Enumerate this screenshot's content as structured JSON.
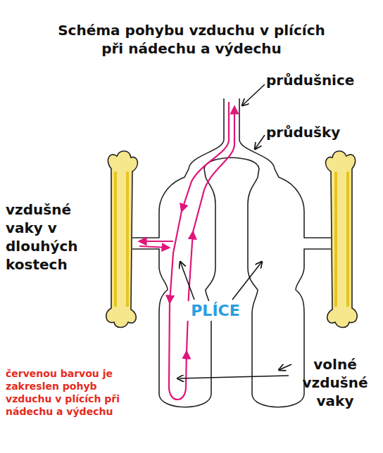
{
  "diagram": {
    "title": "Schéma pohybu vzduchu v plících při nádechu a výdechu",
    "labels": [
      "průdušnice",
      "průdušky",
      "vzdušné vaky v dlouhých kostech",
      "PLÍCE",
      "volné vzdušné vaky",
      "červenou barvou je zakreslen pohyb vzduchu v plících při nádechu a výdechu"
    ]
  }
}
